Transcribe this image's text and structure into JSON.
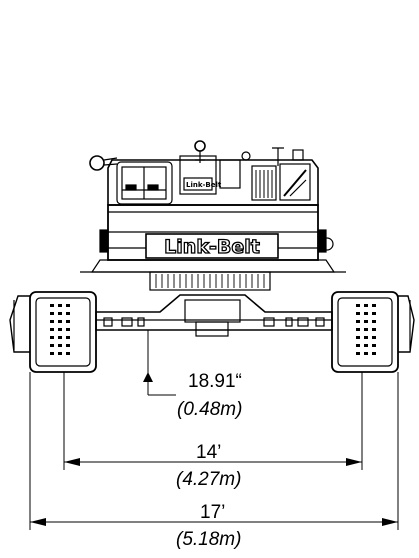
{
  "machine": {
    "brand_label": "Link-Belt",
    "cab_label": "Link-Belt"
  },
  "dimensions": {
    "ground_clearance": {
      "imperial": "18.91“",
      "metric": "(0.48m)"
    },
    "track_gauge": {
      "imperial": "14’",
      "metric": "(4.27m)"
    },
    "overall_width": {
      "imperial": "17’",
      "metric": "(5.18m)"
    }
  },
  "colors": {
    "line": "#000000",
    "background": "#ffffff"
  }
}
